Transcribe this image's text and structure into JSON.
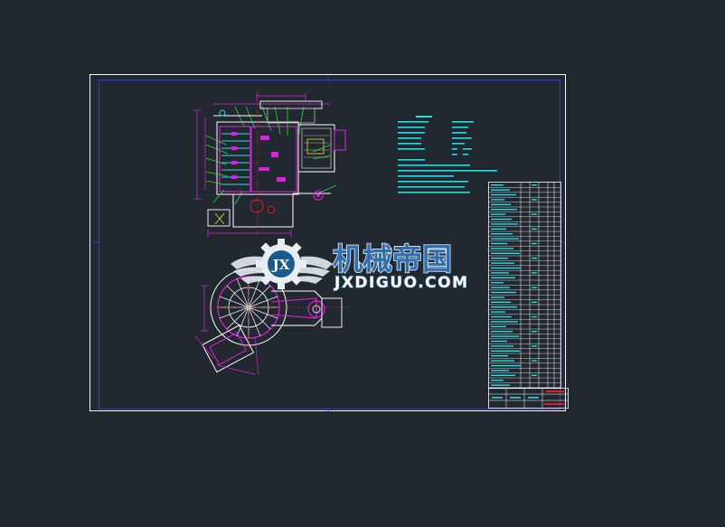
{
  "viewport": {
    "background": "#212830"
  },
  "colors": {
    "frame": "#ffffff",
    "border": "#2b2bd8",
    "cyan": "#20e0e8",
    "magenta": "#e020e0",
    "green": "#28e028",
    "red": "#e02020",
    "yellow": "#e8e020",
    "grey": "#b8b8b8"
  },
  "watermark": {
    "logo_letters": "JX",
    "brand_cn": "机械帝国",
    "brand_url": "JXDIGUO.COM",
    "icon": "gear-wings-logo-icon"
  }
}
